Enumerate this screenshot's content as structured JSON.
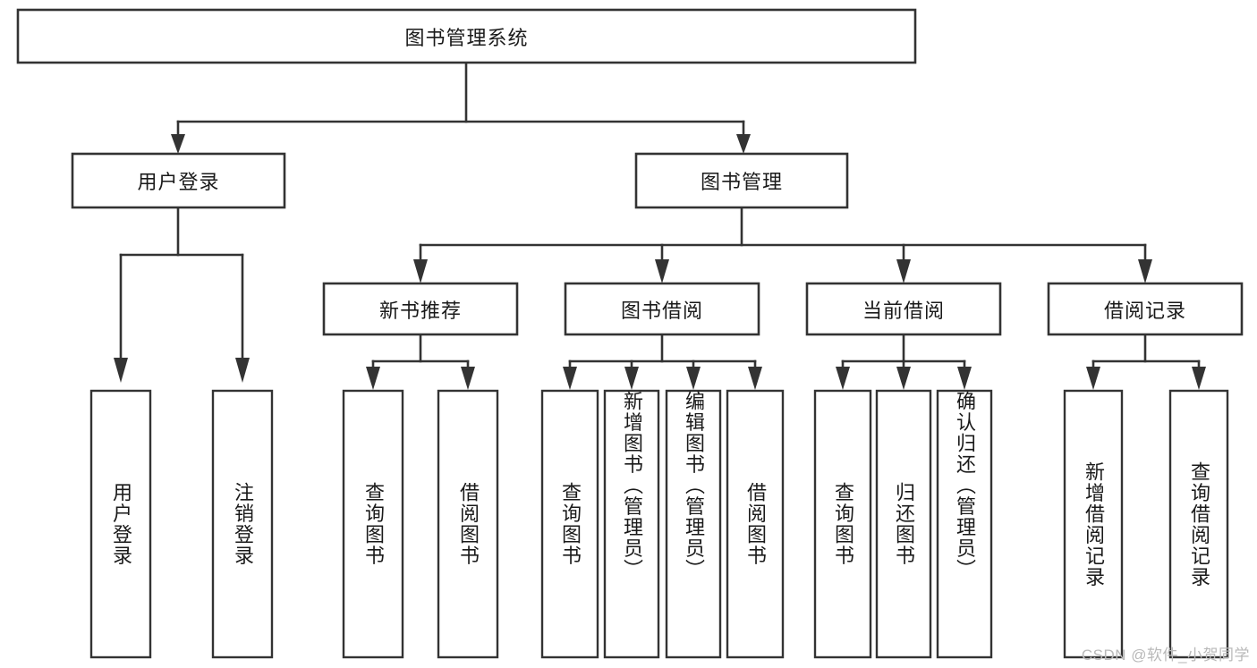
{
  "diagram": {
    "type": "tree-hierarchy-chart",
    "title": "图书管理系统",
    "watermark": "CSDN @软件_小贺同学",
    "colors": {
      "stroke": "#333333",
      "fill": "#ffffff",
      "text": "#1a1a1a",
      "watermark": "#b9b9b9",
      "background": "#ffffff"
    },
    "levels": [
      {
        "level": 1,
        "nodes": [
          {
            "id": "root",
            "label": "图书管理系统",
            "orientation": "horizontal"
          }
        ]
      },
      {
        "level": 2,
        "nodes": [
          {
            "id": "user-login",
            "label": "用户登录",
            "orientation": "horizontal",
            "parent": "root"
          },
          {
            "id": "book-manage",
            "label": "图书管理",
            "orientation": "horizontal",
            "parent": "root"
          }
        ]
      },
      {
        "level": 3,
        "nodes": [
          {
            "id": "new-book-rec",
            "label": "新书推荐",
            "orientation": "horizontal",
            "parent": "book-manage"
          },
          {
            "id": "book-borrow",
            "label": "图书借阅",
            "orientation": "horizontal",
            "parent": "book-manage"
          },
          {
            "id": "current-borrow",
            "label": "当前借阅",
            "orientation": "horizontal",
            "parent": "book-manage"
          },
          {
            "id": "borrow-record",
            "label": "借阅记录",
            "orientation": "horizontal",
            "parent": "book-manage"
          }
        ]
      },
      {
        "level": 4,
        "nodes": [
          {
            "id": "leaf-user-login",
            "label": "用户登录",
            "orientation": "vertical",
            "parent": "user-login"
          },
          {
            "id": "leaf-logout-login",
            "label": "注销登录",
            "orientation": "vertical",
            "parent": "user-login"
          },
          {
            "id": "leaf-query-book-1",
            "label": "查询图书",
            "orientation": "vertical",
            "parent": "new-book-rec"
          },
          {
            "id": "leaf-borrow-book-1",
            "label": "借阅图书",
            "orientation": "vertical",
            "parent": "new-book-rec"
          },
          {
            "id": "leaf-query-book-2",
            "label": "查询图书",
            "orientation": "vertical",
            "parent": "book-borrow"
          },
          {
            "id": "leaf-add-book",
            "label": "新增图书（管理员）",
            "orientation": "vertical",
            "parent": "book-borrow"
          },
          {
            "id": "leaf-edit-book",
            "label": "编辑图书（管理员）",
            "orientation": "vertical",
            "parent": "book-borrow"
          },
          {
            "id": "leaf-borrow-book-2",
            "label": "借阅图书",
            "orientation": "vertical",
            "parent": "book-borrow"
          },
          {
            "id": "leaf-query-book-3",
            "label": "查询图书",
            "orientation": "vertical",
            "parent": "current-borrow"
          },
          {
            "id": "leaf-return-book",
            "label": "归还图书",
            "orientation": "vertical",
            "parent": "current-borrow"
          },
          {
            "id": "leaf-confirm-return",
            "label": "确认归还（管理员）",
            "orientation": "vertical",
            "parent": "current-borrow"
          },
          {
            "id": "leaf-add-record",
            "label": "新增借阅记录",
            "orientation": "vertical",
            "parent": "borrow-record"
          },
          {
            "id": "leaf-query-record",
            "label": "查询借阅记录",
            "orientation": "vertical",
            "parent": "borrow-record"
          }
        ]
      }
    ]
  }
}
